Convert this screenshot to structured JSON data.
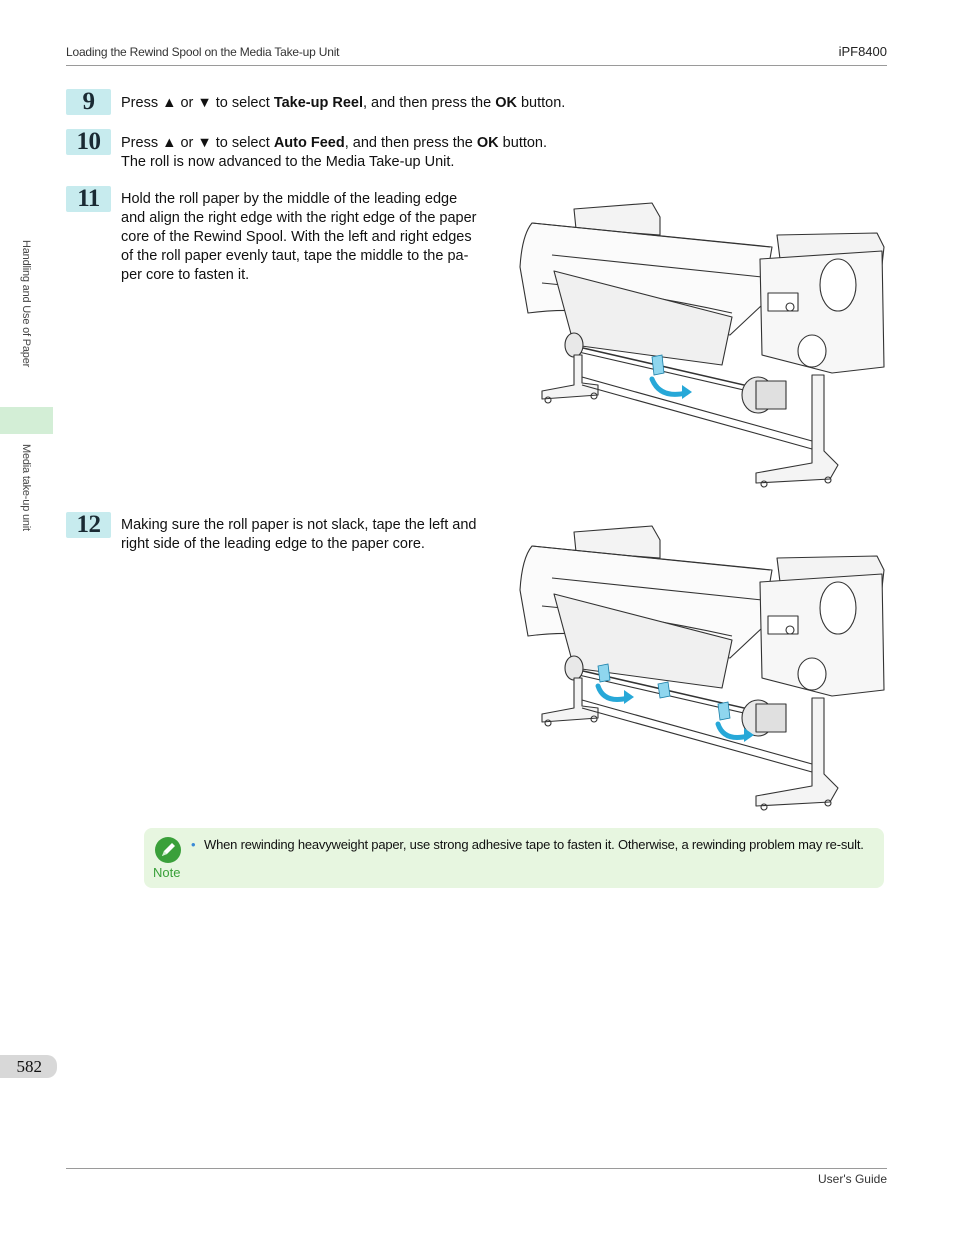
{
  "header": {
    "left": "Loading the Rewind Spool on the Media Take-up Unit",
    "right": "iPF8400"
  },
  "sidebar": {
    "section": "Handling and Use of Paper",
    "subsection": "Media take-up unit"
  },
  "steps": [
    {
      "number": "9",
      "parts": [
        "Press ▲ or ▼ to select ",
        "Take-up Reel",
        ", and then press the ",
        "OK",
        " button."
      ]
    },
    {
      "number": "10",
      "parts": [
        "Press ▲ or ▼ to select ",
        "Auto Feed",
        ", and then press the ",
        "OK",
        " button."
      ],
      "line2": "The roll is now advanced to the Media Take-up Unit."
    },
    {
      "number": "11",
      "lines": [
        "Hold the roll paper by the middle of the leading edge",
        "and align the right edge with the right edge of the paper",
        "core of the Rewind Spool. With the left and right edges",
        "of the roll paper evenly taut, tape the middle to the pa-",
        "per core to fasten it."
      ]
    },
    {
      "number": "12",
      "lines": [
        "Making sure the roll paper is not slack, tape the left and",
        "right side of the leading edge to the paper core."
      ]
    }
  ],
  "note": {
    "label": "Note",
    "bullet": "•",
    "text": "When rewinding heavyweight paper, use strong adhesive tape to fasten it. Otherwise, a rewinding problem may re-sult."
  },
  "page_number": "582",
  "footer": {
    "right": "User's Guide"
  },
  "colors": {
    "step_badge": "#c7ebee",
    "tab_green": "#d3eed6",
    "note_bg": "#e7f6e0",
    "note_green": "#3aa03a",
    "tape_blue": "#27a8d8"
  }
}
